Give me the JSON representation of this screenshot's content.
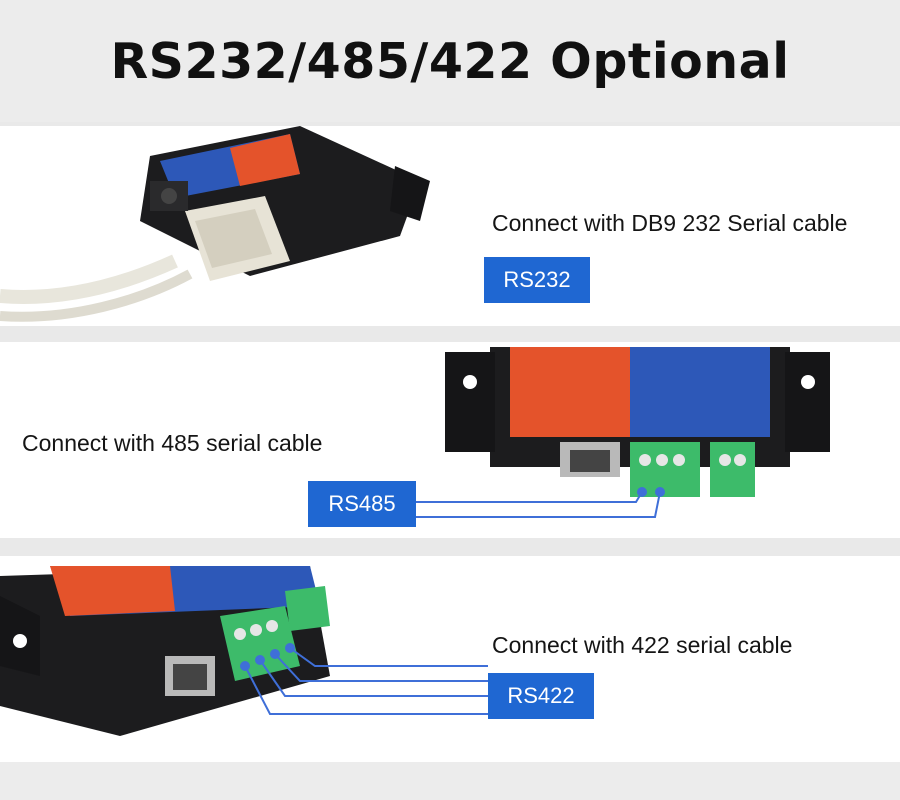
{
  "title": "RS232/485/422 Optional",
  "sections": [
    {
      "caption": "Connect with DB9 232 Serial cable",
      "badge": "RS232"
    },
    {
      "caption": "Connect with 485 serial cable",
      "badge": "RS485"
    },
    {
      "caption": "Connect with 422 serial cable",
      "badge": "RS422"
    }
  ],
  "colors": {
    "badge_blue": "#1f67d2",
    "device_body": "#1c1c1e",
    "label_orange": "#e4532b",
    "label_blue": "#2d58b8",
    "terminal_green": "#3dbb6a",
    "wire_blue": "#3f6fd8"
  }
}
